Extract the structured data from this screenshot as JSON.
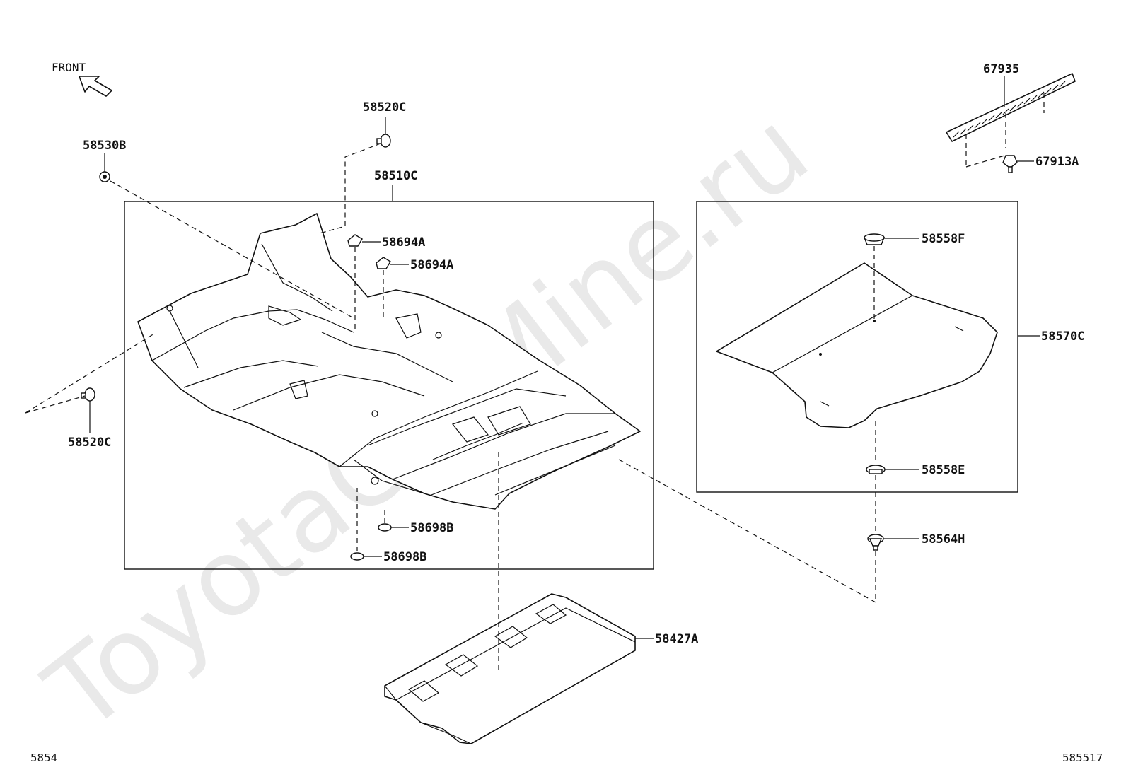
{
  "watermark": "ToyotaCarMine.ru",
  "front_label": "FRONT",
  "parts": {
    "p58520c_top": "58520C",
    "p58530b": "58530B",
    "p58510c": "58510C",
    "p58694a_1": "58694A",
    "p58694a_2": "58694A",
    "p58520c_left": "58520C",
    "p58698b_1": "58698B",
    "p58698b_2": "58698B",
    "p58427a": "58427A",
    "p67935": "67935",
    "p67913a": "67913A",
    "p58558f": "58558F",
    "p58570c": "58570C",
    "p58558e": "58558E",
    "p58564h": "58564H"
  },
  "corner_left": "5854",
  "corner_right": "585517"
}
